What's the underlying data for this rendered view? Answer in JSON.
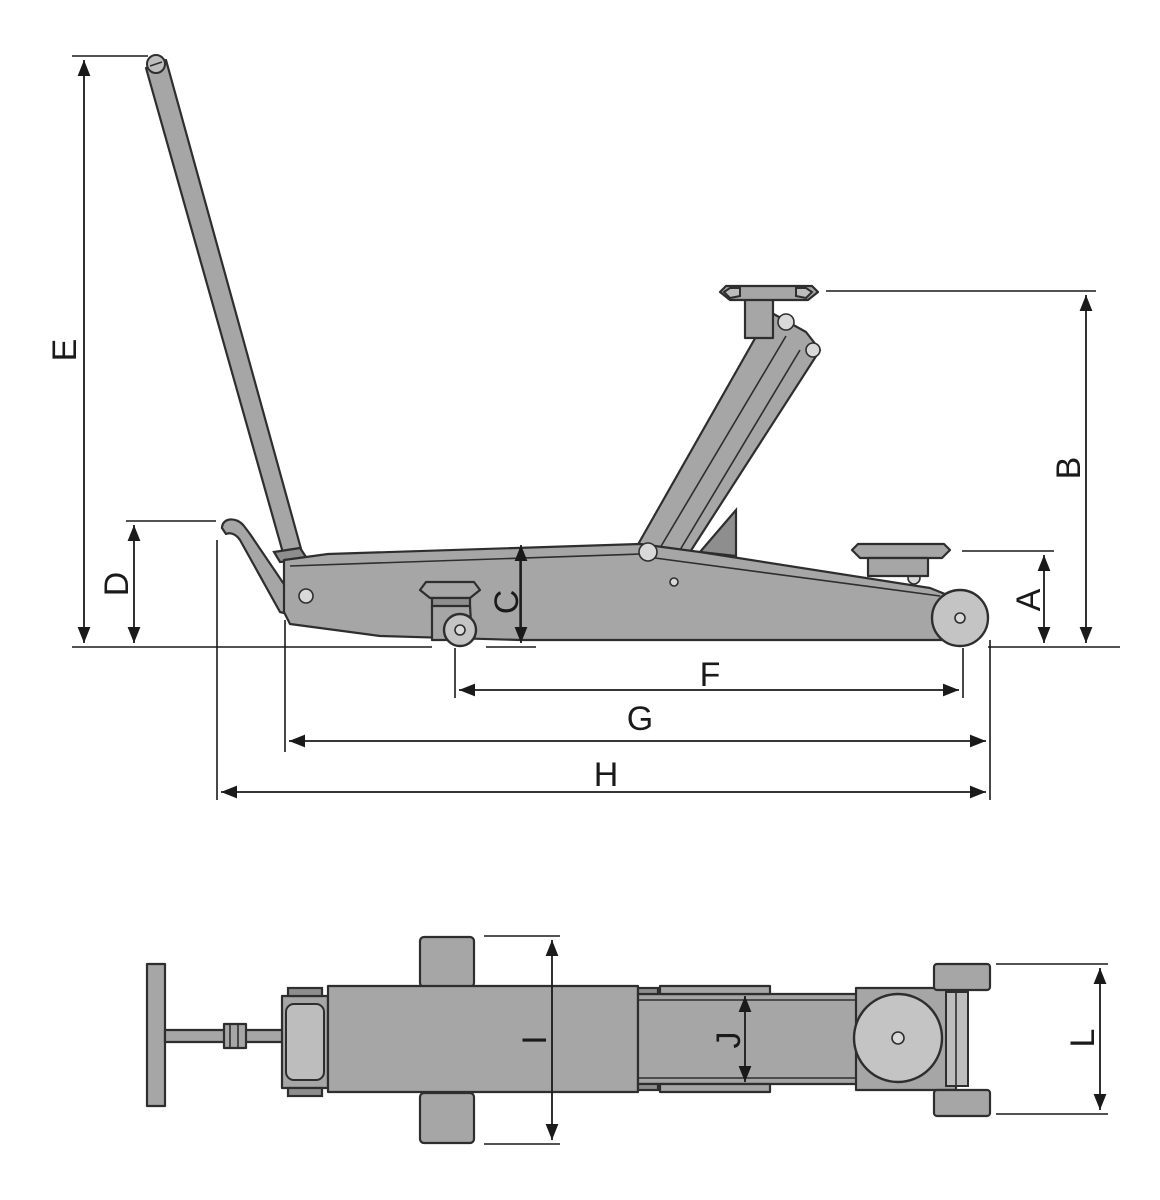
{
  "diagram": {
    "side_view": {
      "dimension_labels": {
        "a": "A",
        "b": "B",
        "c": "C",
        "d": "D",
        "e": "E",
        "f": "F",
        "g": "G",
        "h": "H"
      }
    },
    "top_view": {
      "dimension_labels": {
        "i": "I",
        "j": "J",
        "l": "L"
      }
    },
    "colors": {
      "body": "#a6a6a6",
      "outline": "#2e2e2e",
      "dimension_lines": "#1a1a1a",
      "background": "#ffffff"
    }
  }
}
